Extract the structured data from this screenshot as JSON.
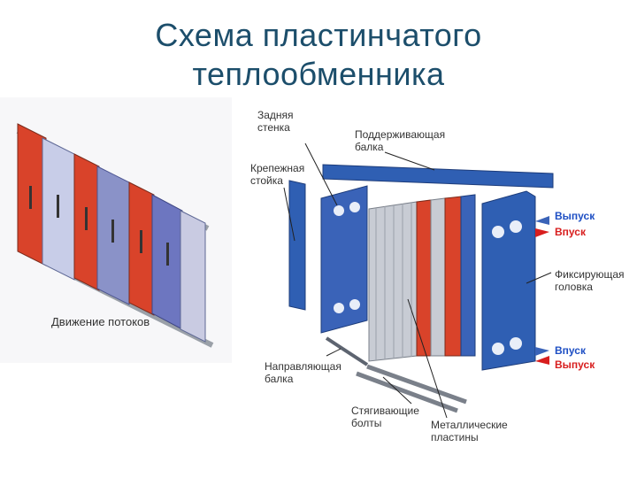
{
  "title": {
    "line1": "Схема пластинчатого",
    "line2": "теплообменника"
  },
  "left_illustration": {
    "caption": "Движение потоков"
  },
  "labels": {
    "rear_wall_1": "Задняя",
    "rear_wall_2": "стенка",
    "support_beam_1": "Поддерживающая",
    "support_beam_2": "балка",
    "mounting_post_1": "Крепежная",
    "mounting_post_2": "стойка",
    "guide_beam_1": "Направляющая",
    "guide_beam_2": "балка",
    "tie_bolts_1": "Стягивающие",
    "tie_bolts_2": "болты",
    "metal_plates_1": "Металлические",
    "metal_plates_2": "пластины",
    "fixing_head_1": "Фиксирующая",
    "fixing_head_2": "головка",
    "outlet_top": "Выпуск",
    "inlet_top": "Впуск",
    "inlet_bottom": "Впуск",
    "outlet_bottom": "Выпуск"
  },
  "colors": {
    "title": "#1c4e6b",
    "frame_blue": "#2f5fb3",
    "hot_red": "#d9432a",
    "cold_blue": "#3a63b8",
    "blue_label": "#1e4fc4",
    "red_label": "#d81e1e"
  }
}
